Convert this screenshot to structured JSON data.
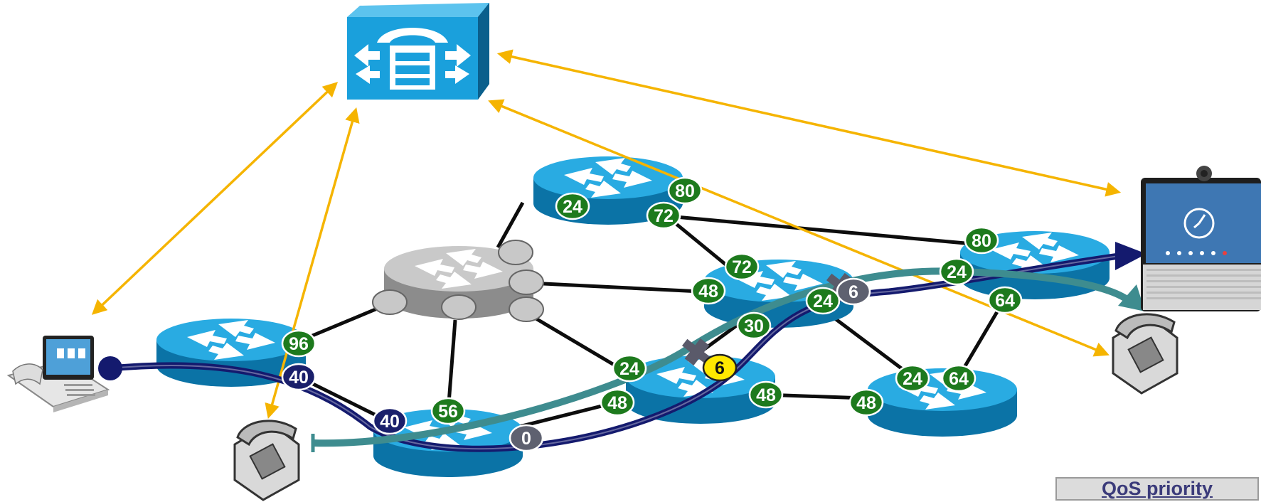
{
  "colors": {
    "router_top": "#29abe2",
    "router_side": "#0b73a6",
    "core_router": "#b5b5b5",
    "badge_green": "#1d7a1d",
    "badge_yellow": "#ffe800",
    "badge_navy": "#1a1f6b",
    "badge_gray": "#5e6170",
    "signal_line": "#f5b400",
    "link_line": "#0d0d0d",
    "path_navy": "#141a6e",
    "path_teal": "#3e8c8f"
  },
  "icons": [
    "call-manager-icon",
    "router-icon",
    "core-router-icon",
    "desk-phone-icon",
    "video-phone-icon",
    "video-endpoint-icon",
    "fault-icon"
  ],
  "badges": {
    "r_top_24": "24",
    "r_top_80": "80",
    "r_top_72": "72",
    "link_72": "72",
    "link_48_core": "48",
    "r_right_80": "80",
    "r_right_24": "24",
    "r_right_64": "64",
    "r_left_96": "96",
    "r_left_40": "40",
    "r_bottom_40": "40",
    "r_bottom_56": "56",
    "r_bottom_0": "0",
    "r_center_24": "24",
    "r_center_48": "48",
    "r_center_6": "6",
    "r_center_48b": "48",
    "r_center_30": "30",
    "r_mid_24": "24",
    "r_mid_6": "6",
    "r_br_24": "24",
    "r_br_64": "64",
    "r_br_48": "48"
  },
  "legend": {
    "label": "QoS priority"
  }
}
